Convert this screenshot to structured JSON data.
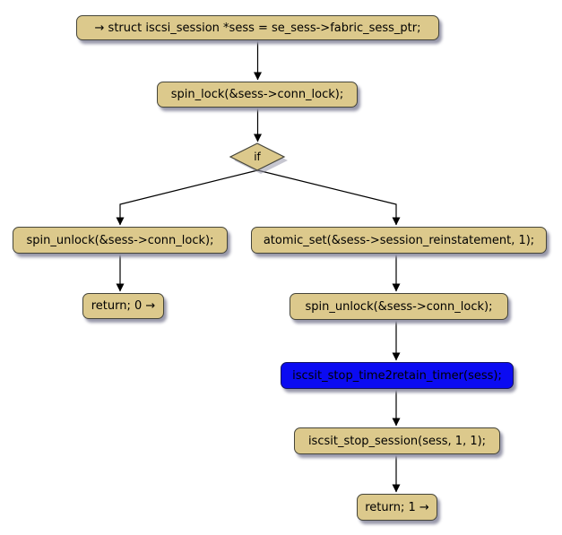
{
  "colors": {
    "canvas_bg": "#FFFFFF",
    "node_fill": "#DCC98C",
    "node_border": "#45453A",
    "node_text": "#000000",
    "highlight_fill": "#0B0BF2",
    "highlight_border": "#15155E",
    "edge": "#000000",
    "shadow": "#9898AA"
  },
  "nodes": {
    "start": {
      "label": "→ struct iscsi_session *sess = se_sess->fabric_sess_ptr;"
    },
    "spin_lock": {
      "label": "spin_lock(&sess->conn_lock);"
    },
    "if_condition": {
      "label": "if"
    },
    "spin_unlock_left": {
      "label": "spin_unlock(&sess->conn_lock);"
    },
    "return_zero": {
      "label": "return; 0 →"
    },
    "atomic_set": {
      "label": "atomic_set(&sess->session_reinstatement, 1);"
    },
    "spin_unlock_right": {
      "label": "spin_unlock(&sess->conn_lock);"
    },
    "stop_time2retain_timer": {
      "label": "iscsit_stop_time2retain_timer(sess);"
    },
    "stop_session": {
      "label": "iscsit_stop_session(sess, 1, 1);"
    },
    "return_one": {
      "label": "return; 1 →"
    }
  }
}
